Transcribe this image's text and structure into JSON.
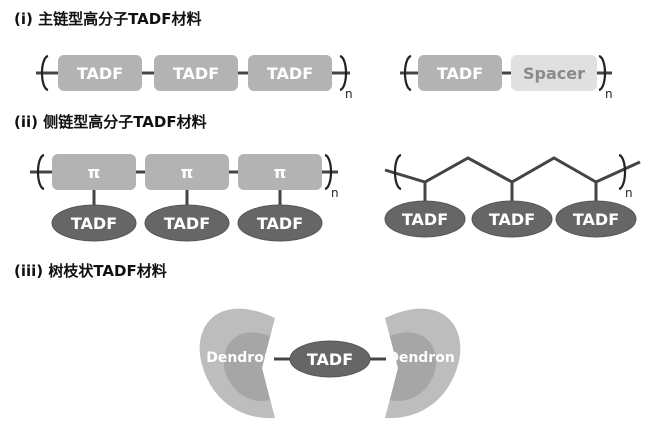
{
  "sections": {
    "main_chain": "(i) 主链型高分子TADF材料",
    "side_chain": "(ii) 侧链型高分子TADF材料",
    "dendrimer": "(iii) 树枝状TADF材料"
  },
  "labels": {
    "tadf": "TADF",
    "spacer": "Spacer",
    "pi": "π",
    "dendron": "Dendron",
    "n": "n"
  },
  "colors": {
    "tadf_box": "#b3b3b3",
    "spacer_box": "#e0e0e0",
    "pi_box": "#b3b3b3",
    "tadf_ellipse": "#666666",
    "dendron_outer": "#bdbdbd",
    "dendron_inner": "#a6a6a6",
    "line": "#444444"
  }
}
